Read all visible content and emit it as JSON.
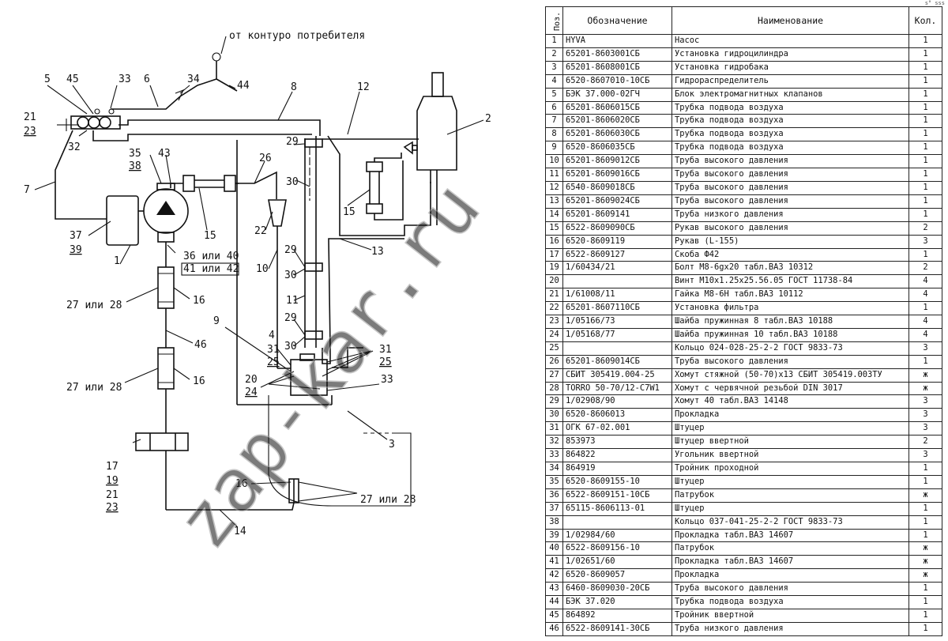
{
  "scheme": {
    "source_label": "от контуро потребителя",
    "labels": {
      "n1": "1",
      "n2": "2",
      "n3": "3",
      "n5": "5",
      "n6": "6",
      "n7": "7",
      "n8": "8",
      "n9": "9",
      "n10": "10",
      "n11": "11",
      "n12": "12",
      "n13": "13",
      "n14": "14",
      "n15a": "15",
      "n15b": "15",
      "n16a": "16",
      "n16b": "16",
      "n16c": "16",
      "n21": "21",
      "n23": "23",
      "n22": "22",
      "n26": "26",
      "n27a": "27 или 28",
      "n27b": "27 или 28",
      "n27c": "27 или 28",
      "n29a": "29",
      "n29b": "29",
      "n29c": "29",
      "n30a": "30",
      "n30b": "30",
      "n30c": "30",
      "n31a": "31",
      "n31b": "31",
      "n25a": "25",
      "n25b": "25",
      "n20": "20",
      "n24": "24",
      "n32": "32",
      "n33a": "33",
      "n33b": "33",
      "n34": "34",
      "n35": "35",
      "n38": "38",
      "n36": "36 или 40",
      "n41": "41 или 42",
      "n37": "37",
      "n39": "39",
      "n4": "4",
      "n43": "43",
      "n44": "44",
      "n45": "45",
      "n46": "46",
      "n17": "17",
      "n19": "19",
      "n21b": "21",
      "n23b": "23"
    }
  },
  "watermark": "zap-kar.ru",
  "corner_mark": "s° sss",
  "table": {
    "headers": {
      "pos": "Поз.",
      "designation": "Обозначение",
      "name": "Наименование",
      "qty": "Кол."
    },
    "rows": [
      {
        "pos": "1",
        "designation": "HYVA",
        "name": "Насос",
        "qty": "1"
      },
      {
        "pos": "2",
        "designation": "65201-8603001СБ",
        "name": "Установка гидроцилиндра",
        "qty": "1"
      },
      {
        "pos": "3",
        "designation": "65201-8608001СБ",
        "name": "Установка гидробака",
        "qty": "1"
      },
      {
        "pos": "4",
        "designation": "6520-8607010-10СБ",
        "name": "Гидрораспределитель",
        "qty": "1"
      },
      {
        "pos": "5",
        "designation": "БЭК 37.000-02ГЧ",
        "name": "Блок электромагнитных клапанов",
        "qty": "1"
      },
      {
        "pos": "6",
        "designation": "65201-8606015СБ",
        "name": "Трубка подвода воздуха",
        "qty": "1"
      },
      {
        "pos": "7",
        "designation": "65201-8606020СБ",
        "name": "Трубка подвода воздуха",
        "qty": "1"
      },
      {
        "pos": "8",
        "designation": "65201-8606030СБ",
        "name": "Трубка подвода воздуха",
        "qty": "1"
      },
      {
        "pos": "9",
        "designation": "6520-8606035СБ",
        "name": "Трубка подвода воздуха",
        "qty": "1"
      },
      {
        "pos": "10",
        "designation": "65201-8609012СБ",
        "name": "Труба высокого давления",
        "qty": "1"
      },
      {
        "pos": "11",
        "designation": "65201-8609016СБ",
        "name": "Труба высокого давления",
        "qty": "1"
      },
      {
        "pos": "12",
        "designation": "6540-8609018СБ",
        "name": "Труба высокого давления",
        "qty": "1"
      },
      {
        "pos": "13",
        "designation": "65201-8609024СБ",
        "name": "Труба высокого давления",
        "qty": "1"
      },
      {
        "pos": "14",
        "designation": "65201-8609141",
        "name": "Труба низкого давления",
        "qty": "1"
      },
      {
        "pos": "15",
        "designation": "6522-8609090СБ",
        "name": "Рукав высокого давления",
        "qty": "2"
      },
      {
        "pos": "16",
        "designation": "6520-8609119",
        "name": "Рукав (L-155)",
        "qty": "3"
      },
      {
        "pos": "17",
        "designation": "6522-8609127",
        "name": "Скоба Ф42",
        "qty": "1"
      },
      {
        "pos": "19",
        "designation": "1/60434/21",
        "name": "Болт М8-6gх20 табл.ВАЗ 10312",
        "qty": "2"
      },
      {
        "pos": "20",
        "designation": "",
        "name": "Винт М10х1.25х25.56.05 ГОСТ 11738-84",
        "qty": "4"
      },
      {
        "pos": "21",
        "designation": "1/61008/11",
        "name": "Гайка М8-6Н табл.ВАЗ 10112",
        "qty": "4"
      },
      {
        "pos": "22",
        "designation": "65201-8607110СБ",
        "name": "Установка фильтра",
        "qty": "1"
      },
      {
        "pos": "23",
        "designation": "1/05166/73",
        "name": "Шайба пружинная 8 табл.ВАЗ 10188",
        "qty": "4"
      },
      {
        "pos": "24",
        "designation": "1/05168/77",
        "name": "Шайба пружинная 10 табл.ВАЗ 10188",
        "qty": "4"
      },
      {
        "pos": "25",
        "designation": "",
        "name": "Кольцо 024-028-25-2-2 ГОСТ 9833-73",
        "qty": "3"
      },
      {
        "pos": "26",
        "designation": "65201-8609014СБ",
        "name": "Труба высокого давления",
        "qty": "1"
      },
      {
        "pos": "27",
        "designation": "СБИТ 305419.004-25",
        "name": "Хомут стяжной (50-70)х13 СБИТ 305419.003ТУ",
        "qty": "ж"
      },
      {
        "pos": "28",
        "designation": "TORRO 50-70/12-C7W1",
        "name": "Хомут с червячной резьбой DIN 3017",
        "qty": "ж"
      },
      {
        "pos": "29",
        "designation": "1/02908/90",
        "name": "Хомут 40 табл.ВАЗ 14148",
        "qty": "3"
      },
      {
        "pos": "30",
        "designation": "6520-8606013",
        "name": "Прокладка",
        "qty": "3"
      },
      {
        "pos": "31",
        "designation": "ОГК 67-02.001",
        "name": "Штуцер",
        "qty": "3"
      },
      {
        "pos": "32",
        "designation": "853973",
        "name": "Штуцер ввертной",
        "qty": "2"
      },
      {
        "pos": "33",
        "designation": "864822",
        "name": "Угольник ввертной",
        "qty": "3"
      },
      {
        "pos": "34",
        "designation": "864919",
        "name": "Тройник проходной",
        "qty": "1"
      },
      {
        "pos": "35",
        "designation": "6520-8609155-10",
        "name": "Штуцер",
        "qty": "1"
      },
      {
        "pos": "36",
        "designation": "6522-8609151-10СБ",
        "name": "Патрубок",
        "qty": "ж"
      },
      {
        "pos": "37",
        "designation": "65115-8606113-01",
        "name": "Штуцер",
        "qty": "1"
      },
      {
        "pos": "38",
        "designation": "",
        "name": "Кольцо 037-041-25-2-2 ГОСТ 9833-73",
        "qty": "1"
      },
      {
        "pos": "39",
        "designation": "1/02984/60",
        "name": "Прокладка табл.ВАЗ 14607",
        "qty": "1"
      },
      {
        "pos": "40",
        "designation": "6522-8609156-10",
        "name": "Патрубок",
        "qty": "ж"
      },
      {
        "pos": "41",
        "designation": "1/02651/60",
        "name": "Прокладка табл.ВАЗ 14607",
        "qty": "ж"
      },
      {
        "pos": "42",
        "designation": "6520-8609057",
        "name": "Прокладка",
        "qty": "ж"
      },
      {
        "pos": "43",
        "designation": "6460-8609030-20СБ",
        "name": "Труба высокого давления",
        "qty": "1"
      },
      {
        "pos": "44",
        "designation": "БЭК 37.020",
        "name": "Трубка подвода воздуха",
        "qty": "1"
      },
      {
        "pos": "45",
        "designation": "864892",
        "name": "Тройник ввертной",
        "qty": "1"
      },
      {
        "pos": "46",
        "designation": "6522-8609141-30СБ",
        "name": "Труба низкого давления",
        "qty": "1"
      }
    ]
  }
}
